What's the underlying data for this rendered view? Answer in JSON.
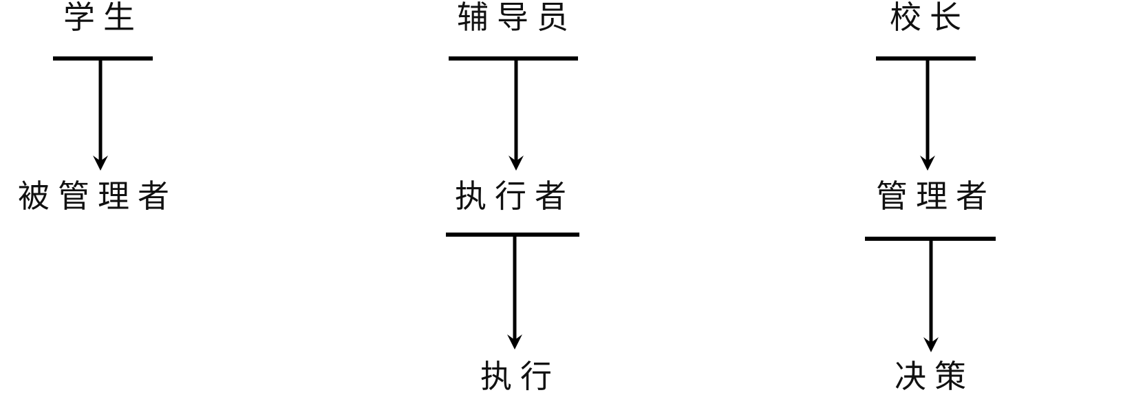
{
  "diagram": {
    "background_color": "#ffffff",
    "ink_color": "#000000",
    "columns": [
      {
        "nodes": [
          "学生",
          "被管理者"
        ],
        "flow": [
          {
            "from": "学生",
            "to": "被管理者",
            "connector": "down-arrow"
          }
        ]
      },
      {
        "nodes": [
          "辅导员",
          "执行者",
          "执行"
        ],
        "flow": [
          {
            "from": "辅导员",
            "to": "执行者",
            "connector": "down-arrow"
          },
          {
            "from": "执行者",
            "to": "执行",
            "connector": "down-arrow"
          }
        ]
      },
      {
        "nodes": [
          "校长",
          "管理者",
          "决策"
        ],
        "flow": [
          {
            "from": "校长",
            "to": "管理者",
            "connector": "down-arrow"
          },
          {
            "from": "管理者",
            "to": "决策",
            "connector": "down-arrow"
          }
        ]
      }
    ]
  }
}
